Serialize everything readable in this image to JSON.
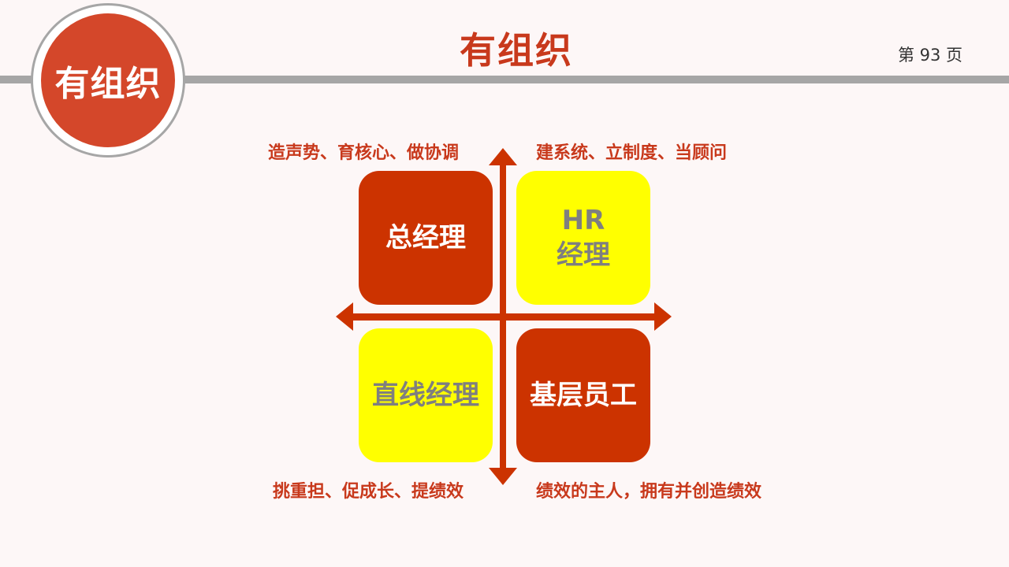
{
  "header": {
    "badge_text": "有组织",
    "title": "有组织",
    "page_number": "第 93 页"
  },
  "quadrants": {
    "top_left": {
      "label": "总经理",
      "color": "#cc3300"
    },
    "top_right": {
      "label": "HR\n经理",
      "color": "#ffff00"
    },
    "bottom_left": {
      "label": "直线经理",
      "color": "#ffff00"
    },
    "bottom_right": {
      "label": "基层员工",
      "color": "#cc3300"
    }
  },
  "captions": {
    "top_left": "造声势、育核心、做协调",
    "top_right": "建系统、立制度、当顾问",
    "bottom_left": "挑重担、促成长、提绩效",
    "bottom_right": "绩效的主人，拥有并创造绩效"
  },
  "colors": {
    "accent": "#c8391c",
    "arrow": "#cc3300",
    "header_bar": "#a6a6a6",
    "badge_fill": "#d4472a"
  }
}
